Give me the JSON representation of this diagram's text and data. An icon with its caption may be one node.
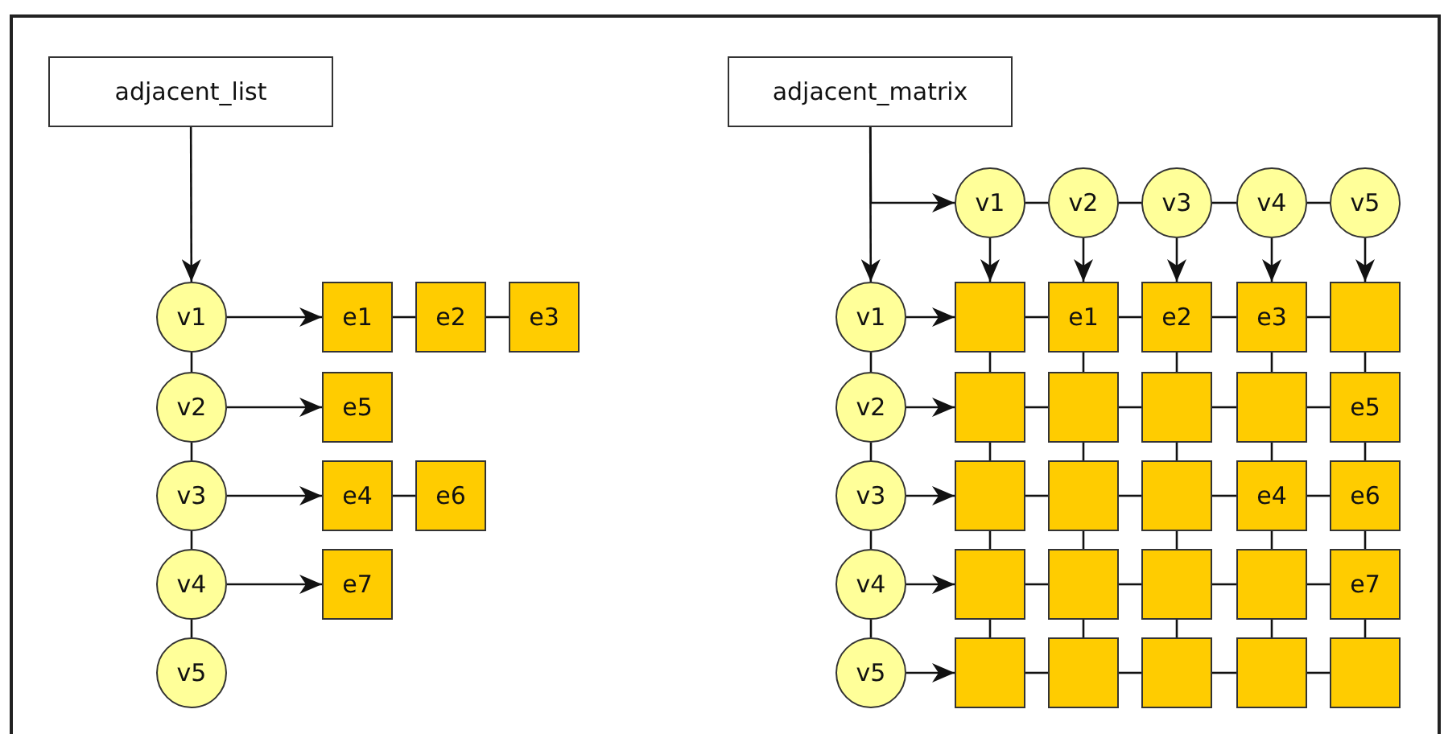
{
  "diagram": {
    "nodes": [
      {
        "text": [
          "adjacent_list"
        ]
      },
      {
        "text": [
          "v1"
        ]
      },
      {
        "text": [
          "v2"
        ]
      },
      {
        "text": [
          "v3"
        ]
      },
      {
        "text": [
          "v4"
        ]
      },
      {
        "text": [
          "v5"
        ]
      },
      {
        "text": [
          "e1"
        ]
      },
      {
        "text": [
          "e2"
        ]
      },
      {
        "text": [
          "e3"
        ]
      },
      {
        "text": [
          "e5"
        ]
      },
      {
        "text": [
          "e4"
        ]
      },
      {
        "text": [
          "e6"
        ]
      },
      {
        "text": [
          "e7"
        ]
      },
      {
        "text": [
          "adjacent_matrix"
        ]
      },
      {
        "text": [
          "v1"
        ]
      },
      {
        "text": [
          "v2"
        ]
      },
      {
        "text": [
          "v3"
        ]
      },
      {
        "text": [
          "v4"
        ]
      },
      {
        "text": [
          "v5"
        ]
      },
      {
        "text": [
          "v1"
        ]
      },
      {
        "text": [
          "v2"
        ]
      },
      {
        "text": [
          "v3"
        ]
      },
      {
        "text": [
          "v4"
        ]
      },
      {
        "text": [
          "v5"
        ]
      },
      {
        "text": [],
        "shape": "box"
      },
      {
        "text": [
          "e1"
        ]
      },
      {
        "text": [
          "e2"
        ]
      },
      {
        "text": [
          "e3"
        ]
      },
      {
        "text": [],
        "shape": "box"
      },
      {
        "text": [],
        "shape": "box"
      },
      {
        "text": [],
        "shape": "box"
      },
      {
        "text": [],
        "shape": "box"
      },
      {
        "text": [],
        "shape": "box"
      },
      {
        "text": [
          "e5"
        ]
      },
      {
        "text": [],
        "shape": "box"
      },
      {
        "text": [],
        "shape": "box"
      },
      {
        "text": [],
        "shape": "box"
      },
      {
        "text": [
          "e4"
        ]
      },
      {
        "text": [
          "e6"
        ]
      },
      {
        "text": [],
        "shape": "box"
      },
      {
        "text": [],
        "shape": "box"
      },
      {
        "text": [],
        "shape": "box"
      },
      {
        "text": [],
        "shape": "box"
      },
      {
        "text": [
          "e7"
        ]
      },
      {
        "text": [],
        "shape": "box"
      },
      {
        "text": [],
        "shape": "box"
      },
      {
        "text": [],
        "shape": "box"
      },
      {
        "text": [],
        "shape": "box"
      },
      {
        "text": [],
        "shape": "box"
      }
    ],
    "edges": [
      {
        "from": 0,
        "to": 1,
        "arrow": "to"
      },
      {
        "from": 1,
        "to": 2,
        "arrow": "none"
      },
      {
        "from": 2,
        "to": 3,
        "arrow": "none"
      },
      {
        "from": 3,
        "to": 4,
        "arrow": "none"
      },
      {
        "from": 4,
        "to": 5,
        "arrow": "none"
      },
      {
        "from": 1,
        "to": 6,
        "arrow": "to"
      },
      {
        "from": 2,
        "to": 9,
        "arrow": "to"
      },
      {
        "from": 3,
        "to": 10,
        "arrow": "to"
      },
      {
        "from": 4,
        "to": 12,
        "arrow": "to"
      },
      {
        "from": 6,
        "to": 7,
        "arrow": "none"
      },
      {
        "from": 7,
        "to": 8,
        "arrow": "none"
      },
      {
        "from": 10,
        "to": 11,
        "arrow": "none"
      },
      {
        "from": 13,
        "to": 19,
        "arrow": "to"
      },
      {
        "from": 13,
        "to": 14,
        "arrow": "to"
      },
      {
        "from": 14,
        "to": 15,
        "arrow": "none"
      },
      {
        "from": 15,
        "to": 16,
        "arrow": "none"
      },
      {
        "from": 16,
        "to": 17,
        "arrow": "none"
      },
      {
        "from": 17,
        "to": 18,
        "arrow": "none"
      },
      {
        "from": 14,
        "to": 24,
        "arrow": "to"
      },
      {
        "from": 15,
        "to": 25,
        "arrow": "to"
      },
      {
        "from": 16,
        "to": 26,
        "arrow": "to"
      },
      {
        "from": 17,
        "to": 27,
        "arrow": "to"
      },
      {
        "from": 18,
        "to": 28,
        "arrow": "to"
      },
      {
        "from": 19,
        "to": 20,
        "arrow": "none"
      },
      {
        "from": 20,
        "to": 21,
        "arrow": "none"
      },
      {
        "from": 21,
        "to": 22,
        "arrow": "none"
      },
      {
        "from": 22,
        "to": 23,
        "arrow": "none"
      },
      {
        "from": 19,
        "to": 24,
        "arrow": "to"
      },
      {
        "from": 20,
        "to": 29,
        "arrow": "to"
      },
      {
        "from": 21,
        "to": 34,
        "arrow": "to"
      },
      {
        "from": 22,
        "to": 39,
        "arrow": "to"
      },
      {
        "from": 23,
        "to": 44,
        "arrow": "to"
      },
      {
        "from": 24,
        "to": 25,
        "arrow": "none"
      },
      {
        "from": 25,
        "to": 26,
        "arrow": "none"
      },
      {
        "from": 26,
        "to": 27,
        "arrow": "none"
      },
      {
        "from": 27,
        "to": 28,
        "arrow": "none"
      },
      {
        "from": 29,
        "to": 30,
        "arrow": "none"
      },
      {
        "from": 30,
        "to": 31,
        "arrow": "none"
      },
      {
        "from": 31,
        "to": 32,
        "arrow": "none"
      },
      {
        "from": 32,
        "to": 33,
        "arrow": "none"
      },
      {
        "from": 34,
        "to": 35,
        "arrow": "none"
      },
      {
        "from": 35,
        "to": 36,
        "arrow": "none"
      },
      {
        "from": 36,
        "to": 37,
        "arrow": "none"
      },
      {
        "from": 37,
        "to": 38,
        "arrow": "none"
      },
      {
        "from": 39,
        "to": 40,
        "arrow": "none"
      },
      {
        "from": 40,
        "to": 41,
        "arrow": "none"
      },
      {
        "from": 41,
        "to": 42,
        "arrow": "none"
      },
      {
        "from": 42,
        "to": 43,
        "arrow": "none"
      },
      {
        "from": 44,
        "to": 45,
        "arrow": "none"
      },
      {
        "from": 45,
        "to": 46,
        "arrow": "none"
      },
      {
        "from": 46,
        "to": 47,
        "arrow": "none"
      },
      {
        "from": 47,
        "to": 48,
        "arrow": "none"
      },
      {
        "from": 24,
        "to": 29,
        "arrow": "none"
      },
      {
        "from": 25,
        "to": 30,
        "arrow": "none"
      },
      {
        "from": 26,
        "to": 31,
        "arrow": "none"
      },
      {
        "from": 27,
        "to": 32,
        "arrow": "none"
      },
      {
        "from": 28,
        "to": 33,
        "arrow": "none"
      },
      {
        "from": 29,
        "to": 34,
        "arrow": "none"
      },
      {
        "from": 30,
        "to": 35,
        "arrow": "none"
      },
      {
        "from": 31,
        "to": 36,
        "arrow": "none"
      },
      {
        "from": 32,
        "to": 37,
        "arrow": "none"
      },
      {
        "from": 33,
        "to": 38,
        "arrow": "none"
      },
      {
        "from": 34,
        "to": 39,
        "arrow": "none"
      },
      {
        "from": 35,
        "to": 40,
        "arrow": "none"
      },
      {
        "from": 36,
        "to": 41,
        "arrow": "none"
      },
      {
        "from": 37,
        "to": 42,
        "arrow": "none"
      },
      {
        "from": 38,
        "to": 43,
        "arrow": "none"
      },
      {
        "from": 39,
        "to": 44,
        "arrow": "none"
      },
      {
        "from": 40,
        "to": 45,
        "arrow": "none"
      },
      {
        "from": 41,
        "to": 46,
        "arrow": "none"
      },
      {
        "from": 42,
        "to": 47,
        "arrow": "none"
      },
      {
        "from": 43,
        "to": 48,
        "arrow": "none"
      }
    ]
  }
}
